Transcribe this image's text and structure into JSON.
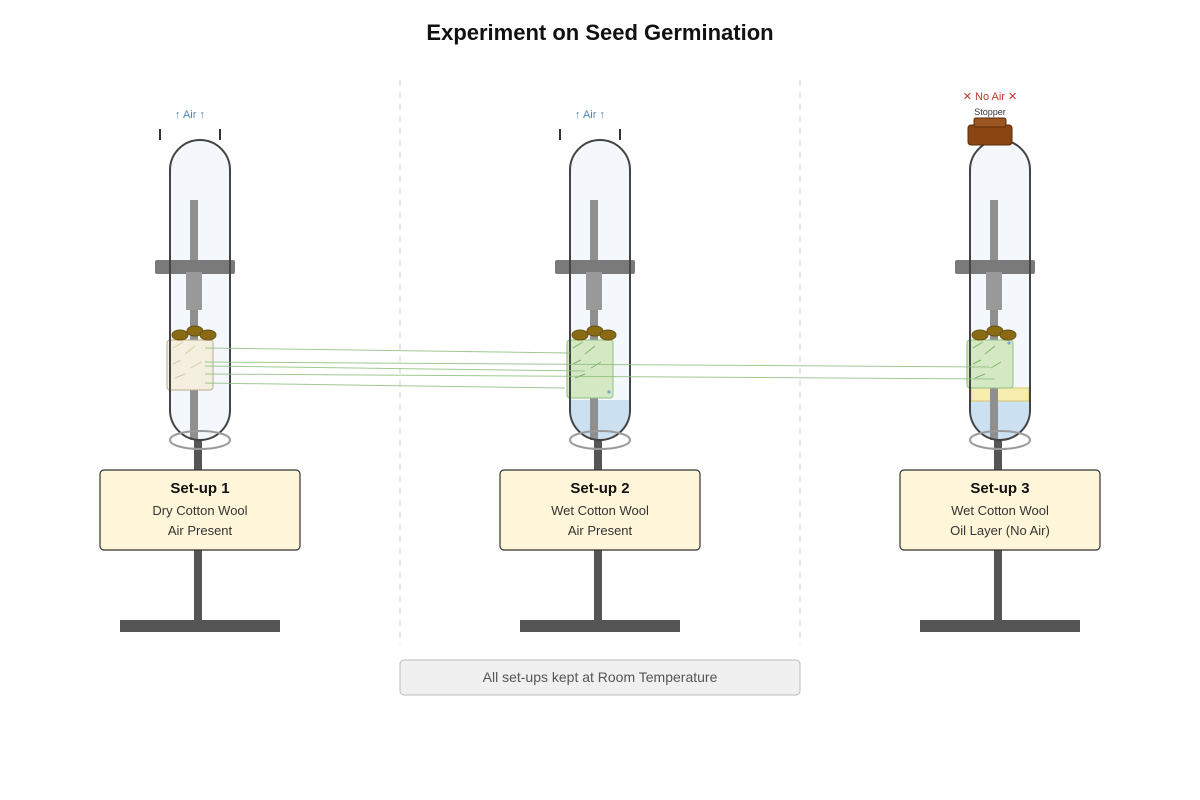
{
  "title": "Experiment on Seed Germination",
  "setups": [
    {
      "id": "1",
      "label": "Set-up 1",
      "line1": "Dry Cotton Wool",
      "line2": "Air Present",
      "air_label": "↑ Air ↑",
      "cotton": "dry",
      "water": false,
      "oil": false,
      "stopper": false
    },
    {
      "id": "2",
      "label": "Set-up 2",
      "line1": "Wet Cotton Wool",
      "line2": "Air Present",
      "air_label": "↑ Air ↑",
      "cotton": "wet",
      "water": true,
      "oil": false,
      "stopper": false
    },
    {
      "id": "3",
      "label": "Set-up 3",
      "line1": "Wet Cotton Wool",
      "line2": "Oil Layer (No Air)",
      "air_label": "✕ No Air ✕",
      "stopper_label": "Stopper",
      "cotton": "wet",
      "water": true,
      "oil": true,
      "stopper": true
    }
  ],
  "footer": "All set-ups kept at Room Temperature",
  "colors": {
    "stand": "#555555",
    "clamp": "#7a7a7a",
    "tube_outline": "#444444",
    "tube_fill": "#f4f8fd",
    "dry_cotton": "#f5efe0",
    "wet_cotton": "#d4e8c4",
    "seed": "#8b6a14",
    "water": "#c6def0",
    "oil": "#f6ecae",
    "stopper": "#8b4513",
    "card_fill": "#fff6d9",
    "label_line": "#8fbf80"
  }
}
